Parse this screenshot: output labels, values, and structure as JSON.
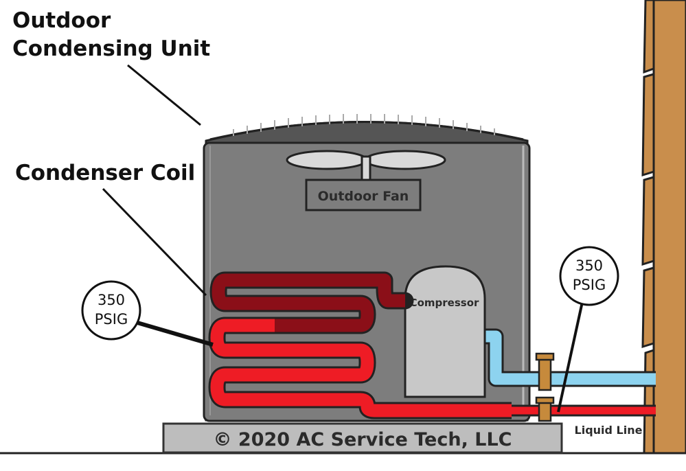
{
  "labels": {
    "unit_title_line1": "Outdoor",
    "unit_title_line2": "Condensing Unit",
    "coil_title": "Condenser Coil",
    "fan": "Outdoor Fan",
    "compressor": "Compressor",
    "liquid_line": "Liquid Line",
    "copyright": "© 2020 AC Service Tech, LLC"
  },
  "gauges": [
    {
      "value": "350",
      "unit": "PSIG"
    },
    {
      "value": "350",
      "unit": "PSIG"
    }
  ],
  "colors": {
    "cabinet": "#7d7d7d",
    "cabinet_dark": "#555555",
    "hot_gas": "#8b0f18",
    "liquid_hot": "#ee1c25",
    "suction_line": "#8dd3ef",
    "compressor": "#c8c8c8",
    "fan_blades": "#d9d9d9",
    "pad": "#bdbdbd",
    "wall": "#c98e4c",
    "valve": "#c68a3c"
  }
}
